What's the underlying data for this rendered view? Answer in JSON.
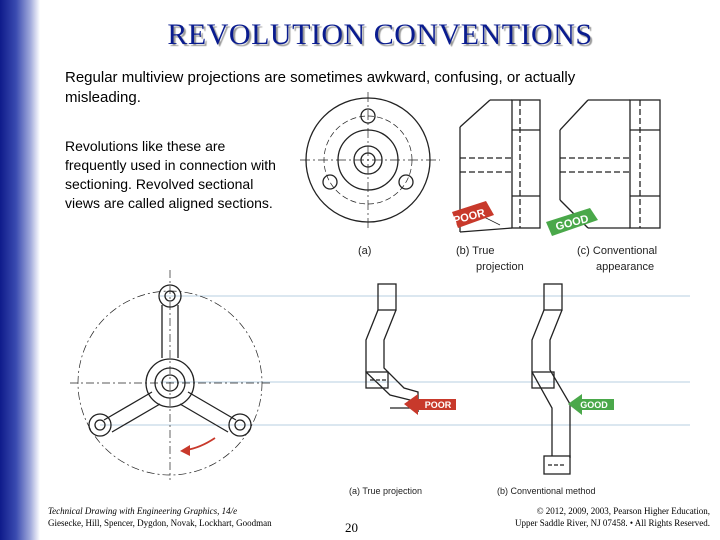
{
  "slide": {
    "title": "REVOLUTION CONVENTIONS",
    "intro": "Regular multiview projections are sometimes awkward, confusing, or actually misleading.",
    "body": "Revolutions like these are frequently used in  connection with sectioning. Revolved sectional views are called aligned sections."
  },
  "figure_top": {
    "label_a": "(a)",
    "label_b_1": "(b) True",
    "label_b_2": "projection",
    "label_c_1": "(c) Conventional",
    "label_c_2": "appearance",
    "poor_tag": "POOR",
    "good_tag": "GOOD"
  },
  "figure_bottom": {
    "label_a": "(a) True projection",
    "label_b": "(b) Conventional method",
    "poor_tag": "POOR",
    "good_tag": "GOOD"
  },
  "footer": {
    "book_title": "Technical Drawing with Engineering Graphics, 14/e",
    "authors": "Giesecke, Hill, Spencer, Dygdon, Novak, Lockhart, Goodman",
    "page": "20",
    "copyright_1": "© 2012, 2009, 2003, Pearson Higher Education,",
    "copyright_2": "Upper Saddle River, NJ 07458. • All Rights Reserved."
  },
  "colors": {
    "title": "#0a1c8f",
    "poor": "#c8392b",
    "good": "#4aa84a"
  }
}
